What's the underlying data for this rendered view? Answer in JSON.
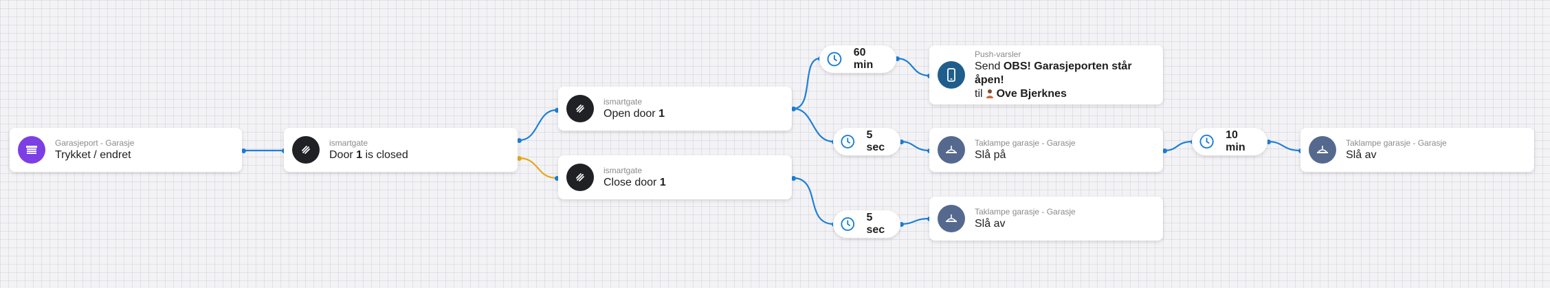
{
  "colors": {
    "wire_blue": "#1e7fd6",
    "wire_yellow": "#e6a817",
    "garage_icon_bg": "#7b3fe4",
    "gate_icon_bg": "#202124",
    "phone_icon_bg": "#1f5e8c",
    "lamp_icon_bg": "#55698f"
  },
  "nodes": {
    "trigger": {
      "icon": "garage-door-icon",
      "subtitle": "Garasjeport - Garasje",
      "title": "Trykket / endret"
    },
    "condition": {
      "icon": "ismartgate-icon",
      "subtitle": "ismartgate",
      "title_pre": "Door ",
      "title_num": "1",
      "title_post": " is closed"
    },
    "open_door": {
      "icon": "ismartgate-icon",
      "subtitle": "ismartgate",
      "title_pre": "Open door ",
      "title_num": "1"
    },
    "close_door": {
      "icon": "ismartgate-icon",
      "subtitle": "ismartgate",
      "title_pre": "Close door ",
      "title_num": "1"
    },
    "push": {
      "icon": "phone-icon",
      "subtitle": "Push-varsler",
      "line1_pre": "Send ",
      "line1_bold": "OBS! Garasjeporten står åpen!",
      "line2_pre": "til",
      "line2_user": "Ove Bjerknes"
    },
    "lamp_on": {
      "icon": "ceiling-lamp-icon",
      "subtitle": "Taklampe garasje - Garasje",
      "title": "Slå på"
    },
    "lamp_off_lower": {
      "icon": "ceiling-lamp-icon",
      "subtitle": "Taklampe garasje - Garasje",
      "title": "Slå av"
    },
    "lamp_off_right": {
      "icon": "ceiling-lamp-icon",
      "subtitle": "Taklampe garasje - Garasje",
      "title": "Slå av"
    }
  },
  "timers": {
    "delay_60min": {
      "label": "60 min"
    },
    "delay_5sec_a": {
      "label": "5 sec"
    },
    "delay_10min": {
      "label": "10 min"
    },
    "delay_5sec_b": {
      "label": "5 sec"
    }
  }
}
